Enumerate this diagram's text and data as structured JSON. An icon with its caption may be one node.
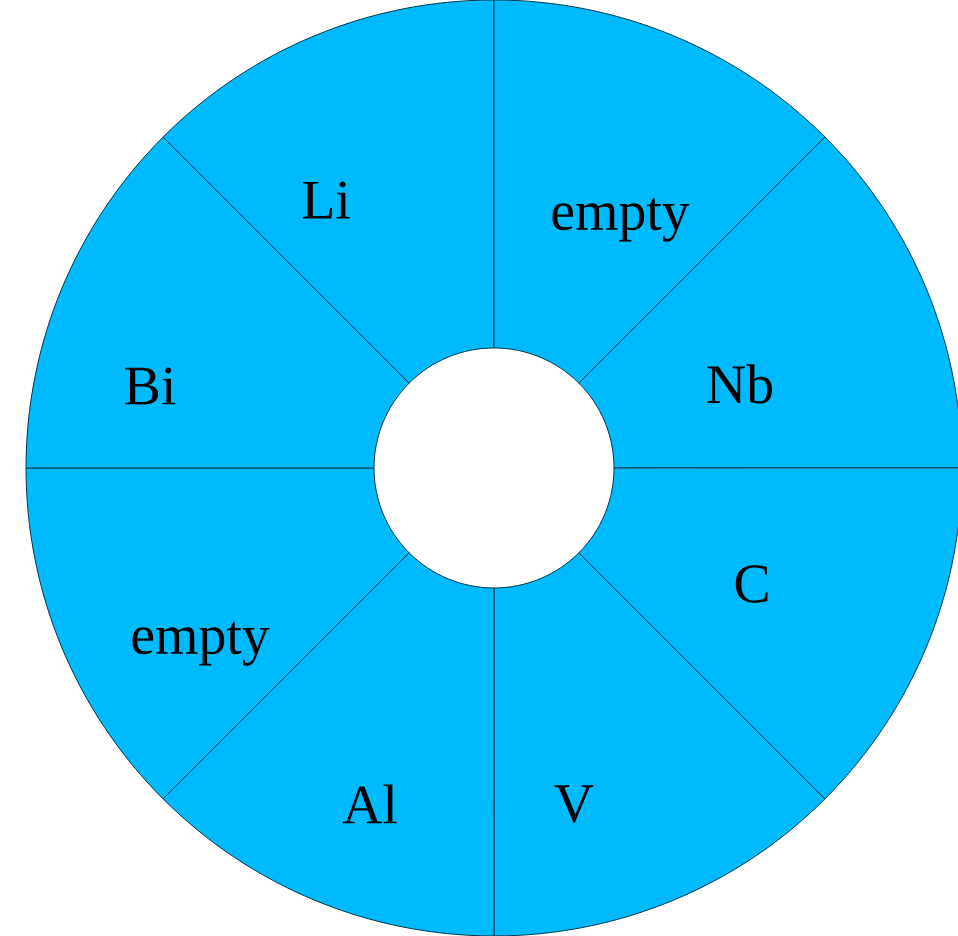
{
  "diagram": {
    "nodes": [
      {
        "text": [
          "Li"
        ]
      },
      {
        "text": [
          "empty"
        ]
      },
      {
        "text": [
          "Nb"
        ]
      },
      {
        "text": [
          "C"
        ]
      },
      {
        "text": [
          "V"
        ]
      },
      {
        "text": [
          "Al"
        ]
      },
      {
        "text": [
          "empty"
        ]
      },
      {
        "text": [
          "Bi"
        ]
      }
    ]
  }
}
